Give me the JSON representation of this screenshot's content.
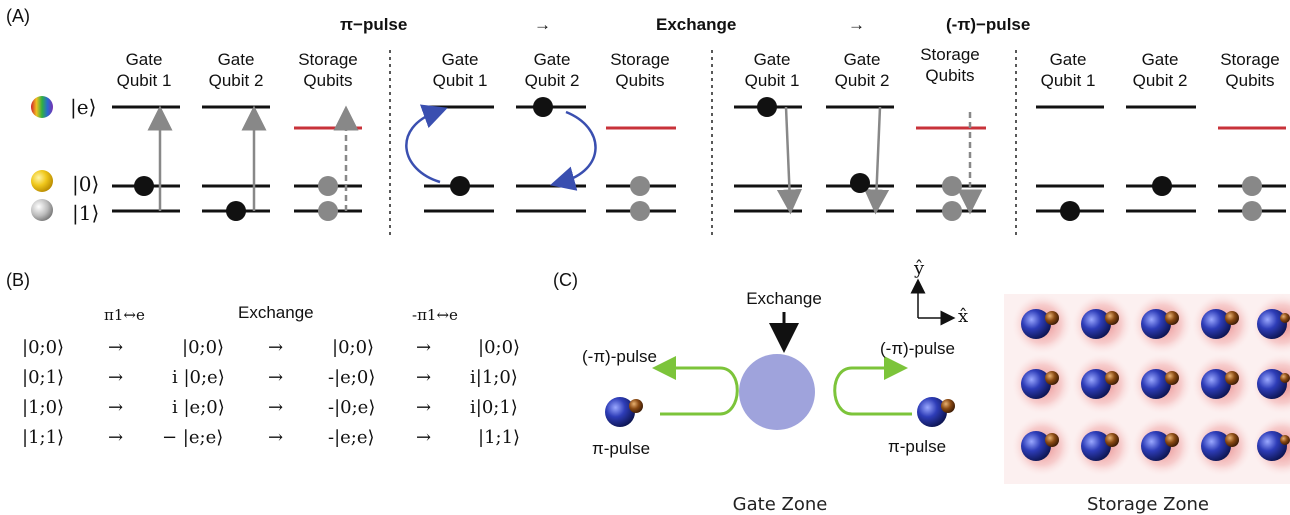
{
  "panel_a": {
    "label": "(A)",
    "steps": [
      "π−pulse",
      "→",
      "Exchange",
      "→",
      "(-π)−pulse"
    ],
    "col_gate1": [
      "Gate",
      "Qubit 1"
    ],
    "col_gate2": [
      "Gate",
      "Qubit 2"
    ],
    "col_storage": [
      "Storage",
      "Qubits"
    ],
    "state_e": "|e⟩",
    "state_0": "|0⟩",
    "state_1": "|1⟩",
    "colors": {
      "level": "#111111",
      "storage_level": "#c8323a",
      "arrow": "#888888",
      "exchange_arrow": "#3a4fb0"
    }
  },
  "panel_b": {
    "label": "(B)",
    "op_pi": "π1↔e",
    "op_exchange": "Exchange",
    "op_minus_pi": "-π1↔e",
    "rows": [
      [
        "|0;0⟩",
        "→",
        "|0;0⟩",
        "→",
        "|0;0⟩",
        "→",
        "|0;0⟩"
      ],
      [
        "|0;1⟩",
        "→",
        "i |0;e⟩",
        "→",
        "-|e;0⟩",
        "→",
        "i|1;0⟩"
      ],
      [
        "|1;0⟩",
        "→",
        "i |e;0⟩",
        "→",
        "-|0;e⟩",
        "→",
        "i|0;1⟩"
      ],
      [
        "|1;1⟩",
        "→",
        "− |e;e⟩",
        "→",
        "-|e;e⟩",
        "→",
        "|1;1⟩"
      ]
    ]
  },
  "panel_c": {
    "label": "(C)",
    "exchange": "Exchange",
    "left_top": "(-π)-pulse",
    "right_top": "(-π)-pulse",
    "left_bottom": "π-pulse",
    "right_bottom": "π-pulse",
    "axis_y": "ŷ",
    "axis_x": "x̂",
    "gate_zone": "Gate Zone",
    "storage_zone": "Storage Zone",
    "colors": {
      "guide": "#7cc43a",
      "zone": "#8e93d6",
      "atom": "#2b3aa8",
      "glow": "#e28a8a"
    }
  }
}
